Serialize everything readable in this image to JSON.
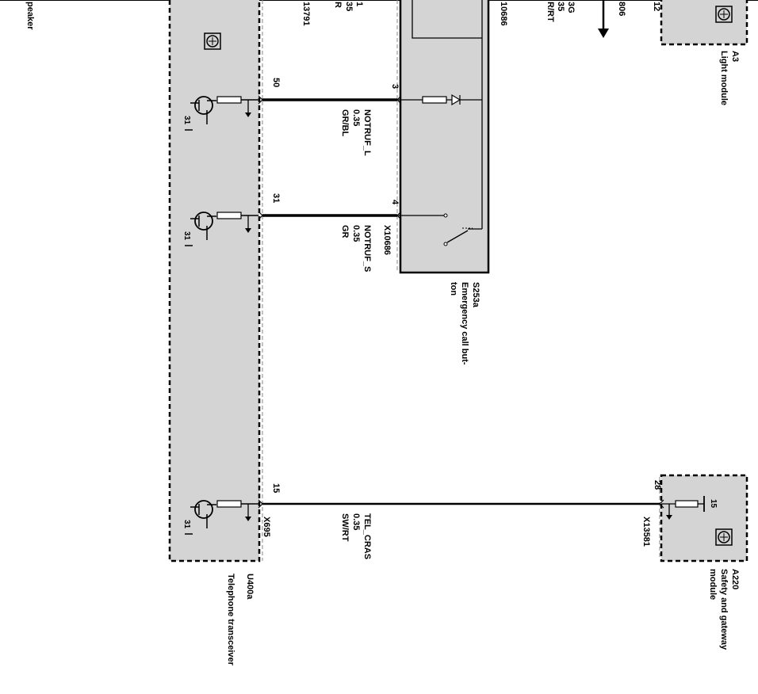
{
  "edge_left": {
    "speaker_fragment": "peaker"
  },
  "top_fragments": {
    "col_a": [
      "1",
      "35",
      "R"
    ],
    "col_a_connector": "13791",
    "col_b_connector": "10686",
    "col_c": [
      "3G",
      "35",
      "R/RT"
    ],
    "col_d_wire": "806",
    "col_e_pin": "12"
  },
  "components": {
    "light_module": {
      "id": "A3",
      "name": "Light module"
    },
    "emergency_button": {
      "id": "S253a",
      "name": "Emergency call button",
      "name_line1": "Emergency call but-",
      "name_line2": "ton",
      "connector": "X10686"
    },
    "telephone": {
      "id": "U400a",
      "name": "Telephone transceiver",
      "connector": "X695"
    },
    "safety_gateway": {
      "id": "A220",
      "name": "Safety and gateway module",
      "name_line1": "Safety and gateway",
      "name_line2": "module",
      "connector": "X13581"
    }
  },
  "wires": [
    {
      "signal": "NOTRUF_L",
      "size": "0.35",
      "color": "GR/BL",
      "pin_left": "50",
      "pin_right": "3"
    },
    {
      "signal": "NOTRUF_S",
      "size": "0.35",
      "color": "GR",
      "pin_left": "31",
      "pin_right": "4"
    },
    {
      "signal": "TEL_CRAS",
      "size": "0.35",
      "color": "SW/RT",
      "pin_left": "15",
      "pin_right": "28"
    }
  ],
  "ground_labels": {
    "tel_1": "31",
    "tel_2": "31",
    "tel_3": "31",
    "gateway": "15"
  }
}
